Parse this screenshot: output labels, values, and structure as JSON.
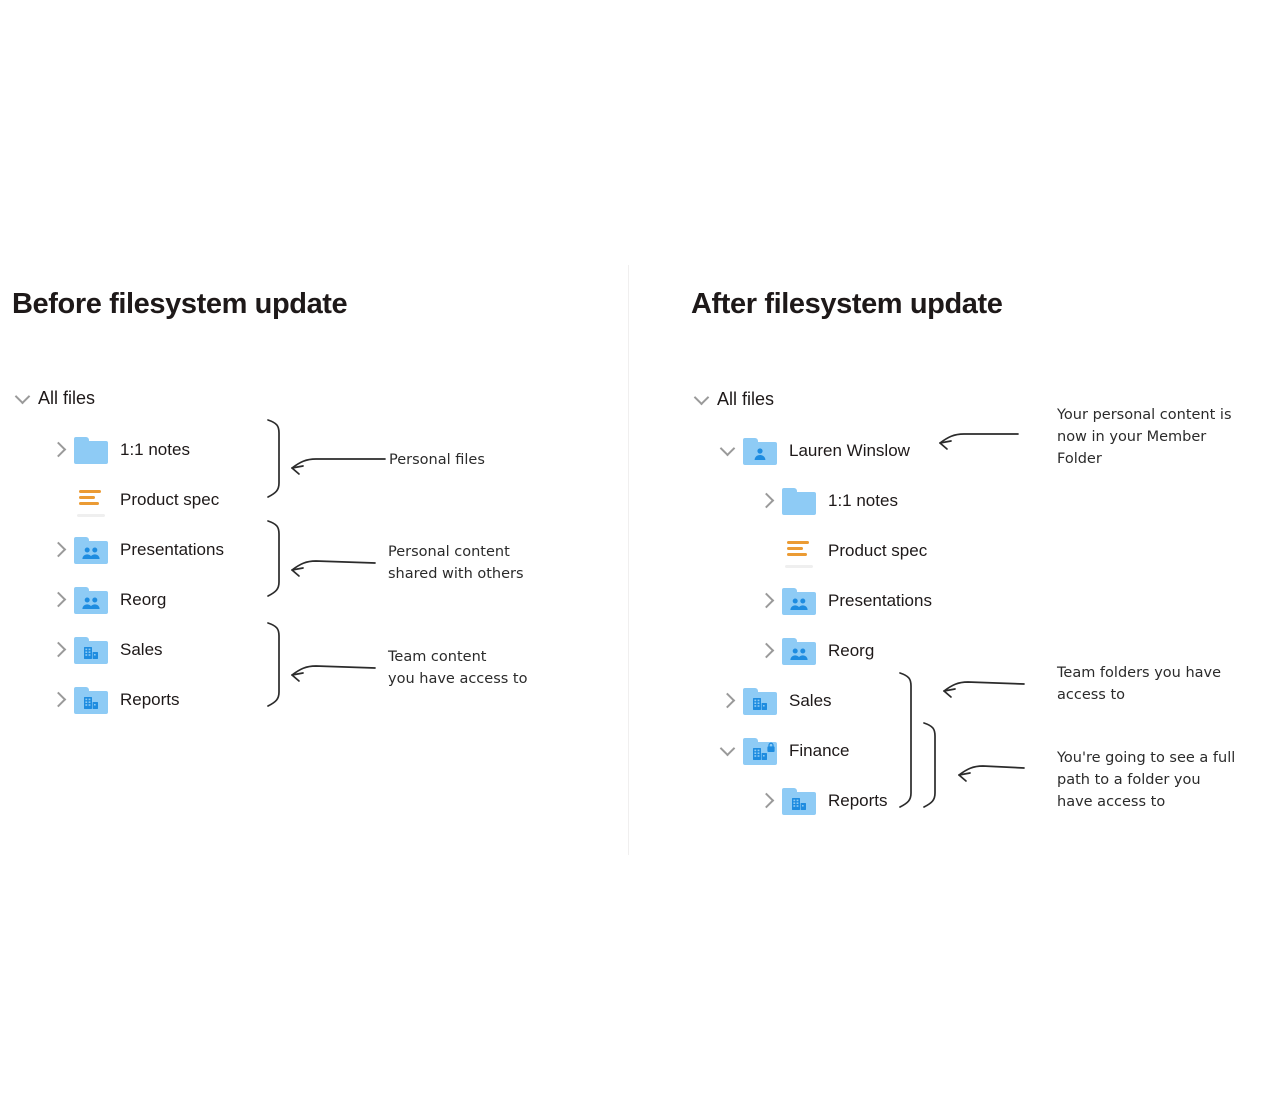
{
  "panels": {
    "before": {
      "title": "Before filesystem update",
      "tree": {
        "root_label": "All files",
        "rows": [
          {
            "label": "1:1 notes",
            "icon": "folder-icon",
            "chevron": "chevron-right-icon",
            "depth": 1
          },
          {
            "label": "Product spec",
            "icon": "document-icon",
            "chevron": "none",
            "depth": 1
          },
          {
            "label": "Presentations",
            "icon": "shared-folder-icon",
            "chevron": "chevron-right-icon",
            "depth": 1
          },
          {
            "label": "Reorg",
            "icon": "shared-folder-icon",
            "chevron": "chevron-right-icon",
            "depth": 1
          },
          {
            "label": "Sales",
            "icon": "team-folder-icon",
            "chevron": "chevron-right-icon",
            "depth": 1
          },
          {
            "label": "Reports",
            "icon": "team-folder-icon",
            "chevron": "chevron-right-icon",
            "depth": 1
          }
        ]
      },
      "annotations": [
        {
          "text": "Personal files"
        },
        {
          "text": "Personal content\nshared with others"
        },
        {
          "text": "Team content\nyou have access to"
        }
      ]
    },
    "after": {
      "title": "After filesystem update",
      "tree": {
        "root_label": "All files",
        "rows": [
          {
            "label": "Lauren Winslow",
            "icon": "member-folder-icon",
            "chevron": "chevron-down-icon",
            "depth": 1
          },
          {
            "label": "1:1 notes",
            "icon": "folder-icon",
            "chevron": "chevron-right-icon",
            "depth": 2
          },
          {
            "label": "Product spec",
            "icon": "document-icon",
            "chevron": "none",
            "depth": 2
          },
          {
            "label": "Presentations",
            "icon": "shared-folder-icon",
            "chevron": "chevron-right-icon",
            "depth": 2
          },
          {
            "label": "Reorg",
            "icon": "shared-folder-icon",
            "chevron": "chevron-right-icon",
            "depth": 2
          },
          {
            "label": "Sales",
            "icon": "team-folder-icon",
            "chevron": "chevron-right-icon",
            "depth": 1
          },
          {
            "label": "Finance",
            "icon": "locked-team-folder-icon",
            "chevron": "chevron-down-icon",
            "depth": 1
          },
          {
            "label": "Reports",
            "icon": "team-folder-icon",
            "chevron": "chevron-right-icon",
            "depth": 2
          }
        ]
      },
      "annotations": [
        {
          "text": "Your personal content is\nnow in your Member\nFolder"
        },
        {
          "text": "Team folders you have\naccess to"
        },
        {
          "text": "You're going to see a full\npath to a folder you\nhave access to"
        }
      ]
    }
  },
  "colors": {
    "folder_blue": "#8ecbf5",
    "folder_glyph_blue": "#1e8ce0",
    "doc_orange": "#eb9b34",
    "text": "#1e1919",
    "chevron_grey": "#9a9a9a",
    "ink": "#2b2b2b",
    "divider": "#f0efef"
  }
}
